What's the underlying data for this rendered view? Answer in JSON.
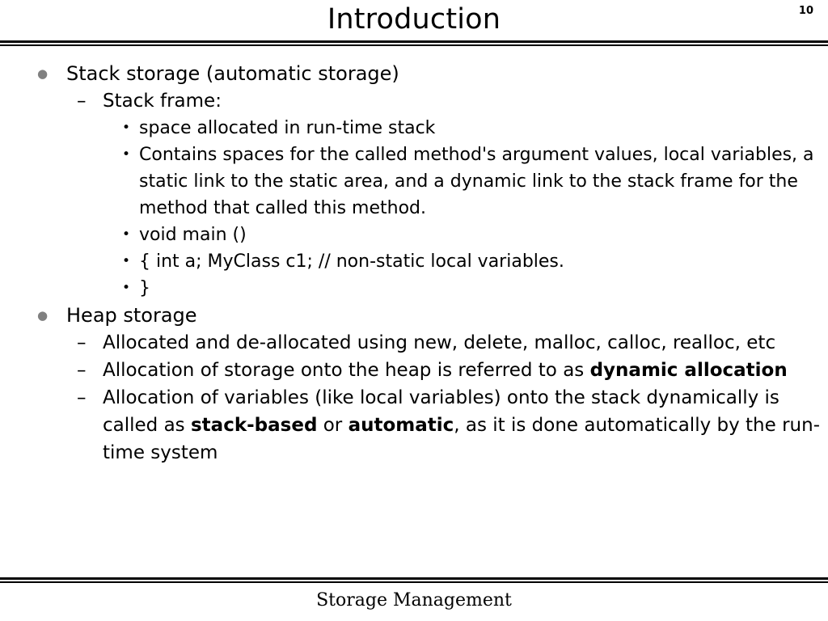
{
  "header": {
    "title": "Introduction",
    "page_number": "10"
  },
  "footer": {
    "text": "Storage Management"
  },
  "colors": {
    "text": "#000000",
    "level1_bullet": "#808080",
    "background": "#ffffff",
    "rule": "#000000"
  },
  "markers": {
    "level1": "●",
    "level2": "–",
    "level3": "•"
  },
  "body": {
    "items": [
      {
        "level": 1,
        "text": "Stack storage (automatic storage)"
      },
      {
        "level": 2,
        "text": "Stack frame:"
      },
      {
        "level": 3,
        "text": "space allocated in run-time stack"
      },
      {
        "level": 3,
        "text": "Contains spaces for the called method's argument values, local variables, a static link to the static area, and a dynamic link to the stack frame for the method that called this method."
      },
      {
        "level": 3,
        "text": "void main ()"
      },
      {
        "level": 3,
        "text": "{  int a; MyClass c1; // non-static local variables."
      },
      {
        "level": 3,
        "text": "}"
      },
      {
        "level": 1,
        "text": "Heap storage"
      },
      {
        "level": 2,
        "text": "Allocated and de-allocated using new, delete, malloc, calloc, realloc, etc"
      },
      {
        "level": 2,
        "parts": [
          {
            "text": "Allocation of storage onto the heap is referred to as ",
            "bold": false
          },
          {
            "text": "dynamic allocation",
            "bold": true
          }
        ]
      },
      {
        "level": 2,
        "parts": [
          {
            "text": "Allocation of variables (like local variables) onto the stack dynamically is called as ",
            "bold": false
          },
          {
            "text": "stack-based",
            "bold": true
          },
          {
            "text": " or ",
            "bold": false
          },
          {
            "text": "automatic",
            "bold": true
          },
          {
            "text": ", as it is done automatically by the run-time system",
            "bold": false
          }
        ]
      }
    ]
  }
}
